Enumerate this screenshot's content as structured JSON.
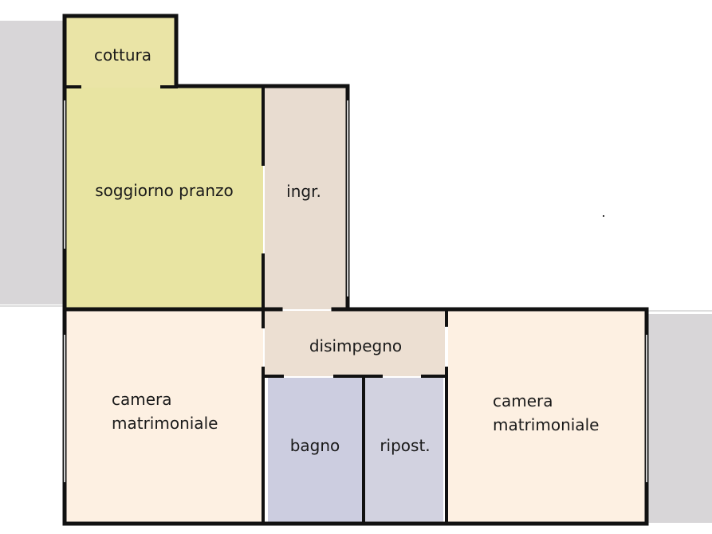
{
  "floor_plan": {
    "rooms": {
      "cottura": {
        "label": "cottura",
        "fill": "#eae4a6"
      },
      "soggiorno": {
        "label": "soggiorno pranzo",
        "fill": "#e8e4a2"
      },
      "ingresso": {
        "label": "ingr.",
        "fill": "#e8dcd0"
      },
      "disimpegno": {
        "label": "disimpegno",
        "fill": "#ecdfd2"
      },
      "camera_left": {
        "label_line1": "camera",
        "label_line2": "matrimoniale",
        "fill": "#fdf0e2"
      },
      "camera_right": {
        "label_line1": "camera",
        "label_line2": "matrimoniale",
        "fill": "#fdf0e2"
      },
      "bagno": {
        "label": "bagno",
        "fill": "#cccde0"
      },
      "ripostiglio": {
        "label": "ripost.",
        "fill": "#d2d2e0"
      }
    },
    "colors": {
      "wall": "#111111",
      "outside_gray": "#d8d6d8",
      "background": "#ffffff"
    }
  }
}
